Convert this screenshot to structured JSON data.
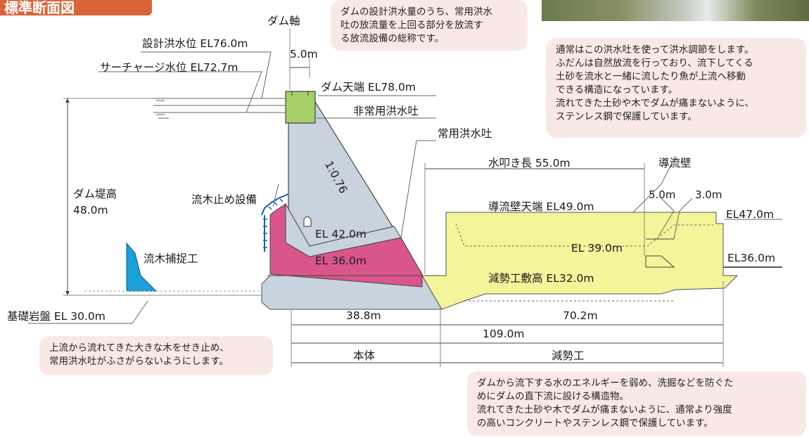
{
  "title": "標準断面図",
  "labels": {
    "dam_axis": "ダム軸",
    "design_flood_level": "設計洪水位 EL76.0m",
    "surcharge_level": "サーチャージ水位 EL72.7m",
    "crest_width": "5.0m",
    "dam_crest": "ダム天端 EL78.0m",
    "emergency_spillway": "非常用洪水吐",
    "regular_spillway": "常用洪水吐",
    "dam_height_label": "ダム堤高",
    "dam_height_value": "48.0m",
    "slope": "1:0.76",
    "debris_stop": "流木止め設備",
    "el42": "EL 42.0m",
    "el36_inner": "EL 36.0m",
    "debris_catch": "流木捕捉工",
    "bedrock": "基礎岩盤 EL 30.0m",
    "apron_length": "水叩き長 55.0m",
    "training_wall": "導流壁",
    "training_wall_top": "導流壁天端 EL49.0m",
    "w5": "5.0m",
    "w3": "3.0m",
    "el47": "EL47.0m",
    "el39": "EL 39.0m",
    "el36_right": "EL36.0m",
    "basin_floor": "減勢工敷高 EL32.0m",
    "dim_38": "38.8m",
    "dim_70": "70.2m",
    "dim_109": "109.0m",
    "body": "本体",
    "stilling_basin": "減勢工"
  },
  "bubbles": {
    "spillway_note": [
      "ダムの設計洪水量のうち、常用洪水",
      "吐の放流量を上回る部分を放流す",
      "る放流設備の総称です。"
    ],
    "regular_note": [
      "通常はこの洪水吐を使って洪水調節をします。",
      "ふだんは自然放流を行っており、流下してくる",
      "土砂を流水と一緒に流したり魚が上流へ移動",
      "できる構造になっています。",
      "流れてきた土砂や木でダムが痛まないように、",
      "ステンレス鋼で保護しています。"
    ],
    "debris_note": [
      "上流から流れてきた大きな木をせき止め、",
      "常用洪水吐がふさがらないようにします。"
    ],
    "basin_note": [
      "ダムから流下する水のエネルギーを弱め、洗掘などを防ぐた",
      "めにダムの直下流に設ける構造物。",
      "流れてきた土砂や木でダムが痛まないように、通常より強度",
      "の高いコンクリートやステンレス鋼で保護しています。"
    ]
  },
  "colors": {
    "title_bg": "#d9643a",
    "dam_body": "#c8d3de",
    "crest": "#a8d068",
    "spillway_pink": "#d9568a",
    "basin_yellow": "#f4f49a",
    "debris_blue": "#1d9fd8",
    "bubble": "#f9e9e6"
  }
}
